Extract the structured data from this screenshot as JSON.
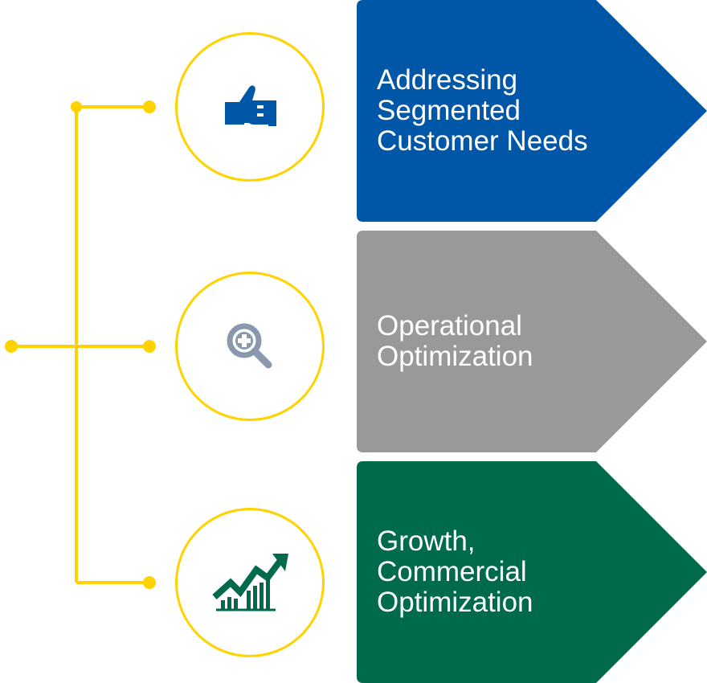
{
  "colors": {
    "connector": "#ffd200",
    "card1": "#0057a8",
    "card2": "#999999",
    "card3": "#006a4d",
    "icon_blue": "#0057a8",
    "icon_gray": "#8a98ac",
    "icon_green": "#006a4d"
  },
  "items": [
    {
      "icon": "thumbs-up-icon",
      "lines": [
        "Addressing",
        "Segmented",
        "Customer Needs"
      ]
    },
    {
      "icon": "magnifier-plus-icon",
      "lines": [
        "Operational",
        "Optimization"
      ]
    },
    {
      "icon": "growth-chart-icon",
      "lines": [
        "Growth,",
        "Commercial",
        "Optimization"
      ]
    }
  ]
}
